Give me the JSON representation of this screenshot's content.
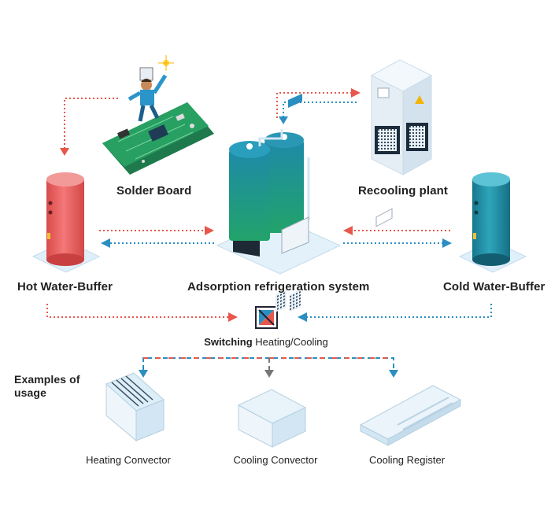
{
  "components": {
    "solder_board": "Solder Board",
    "recooling_plant": "Recooling plant",
    "hot_buffer": "Hot Water-Buffer",
    "adsorption": "Adsorption refrigeration system",
    "cold_buffer": "Cold Water-Buffer"
  },
  "switching": {
    "bold": "Switching",
    "rest": " Heating/Cooling"
  },
  "usage": {
    "title_line1": "Examples of",
    "title_line2": "usage",
    "items": [
      "Heating Convector",
      "Cooling Convector",
      "Cooling Register"
    ]
  },
  "colors": {
    "hot": "#e8574c",
    "cold": "#2a8fc0",
    "hot_tank": "#ec6a68",
    "cold_tank": "#2592a8",
    "green_tank": "#1b9a80",
    "board": "#1f8c5a",
    "platform": "#dff0fa"
  }
}
